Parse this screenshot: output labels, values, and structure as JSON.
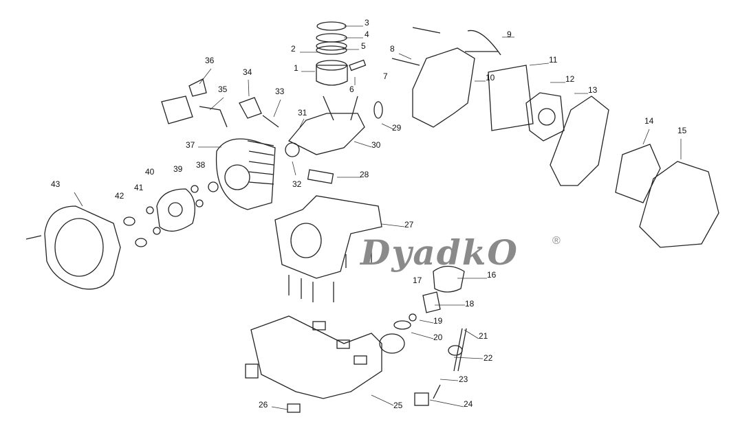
{
  "watermark": {
    "text": "DyadkO",
    "registered": "®"
  },
  "callouts": [
    {
      "n": "1"
    },
    {
      "n": "2"
    },
    {
      "n": "3"
    },
    {
      "n": "4"
    },
    {
      "n": "5"
    },
    {
      "n": "6"
    },
    {
      "n": "7"
    },
    {
      "n": "8"
    },
    {
      "n": "9"
    },
    {
      "n": "10"
    },
    {
      "n": "11"
    },
    {
      "n": "12"
    },
    {
      "n": "13"
    },
    {
      "n": "14"
    },
    {
      "n": "15"
    },
    {
      "n": "16"
    },
    {
      "n": "17"
    },
    {
      "n": "18"
    },
    {
      "n": "19"
    },
    {
      "n": "20"
    },
    {
      "n": "21"
    },
    {
      "n": "22"
    },
    {
      "n": "23"
    },
    {
      "n": "24"
    },
    {
      "n": "25"
    },
    {
      "n": "26"
    },
    {
      "n": "27"
    },
    {
      "n": "28"
    },
    {
      "n": "29"
    },
    {
      "n": "30"
    },
    {
      "n": "31"
    },
    {
      "n": "32"
    },
    {
      "n": "33"
    },
    {
      "n": "34"
    },
    {
      "n": "35"
    },
    {
      "n": "36"
    },
    {
      "n": "37"
    },
    {
      "n": "38"
    },
    {
      "n": "39"
    },
    {
      "n": "40"
    },
    {
      "n": "41"
    },
    {
      "n": "42"
    },
    {
      "n": "43"
    }
  ]
}
